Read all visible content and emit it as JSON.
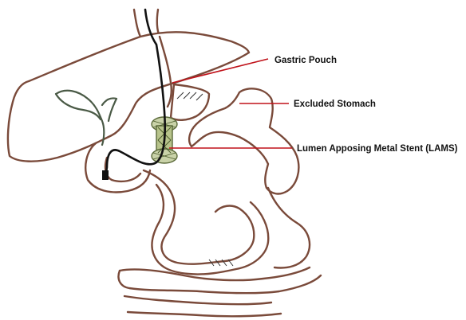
{
  "labels": {
    "gastric_pouch": "Gastric Pouch",
    "excluded_stomach": "Excluded Stomach",
    "lams": "Lumen Apposing Metal Stent (LAMS)"
  },
  "colors": {
    "organ_outline": "#7a4a3a",
    "gallbladder": "#4a5a46",
    "pointer_lines": "#c0121a",
    "endoscope": "#111111",
    "stent_mesh": "#8a9a5a"
  }
}
